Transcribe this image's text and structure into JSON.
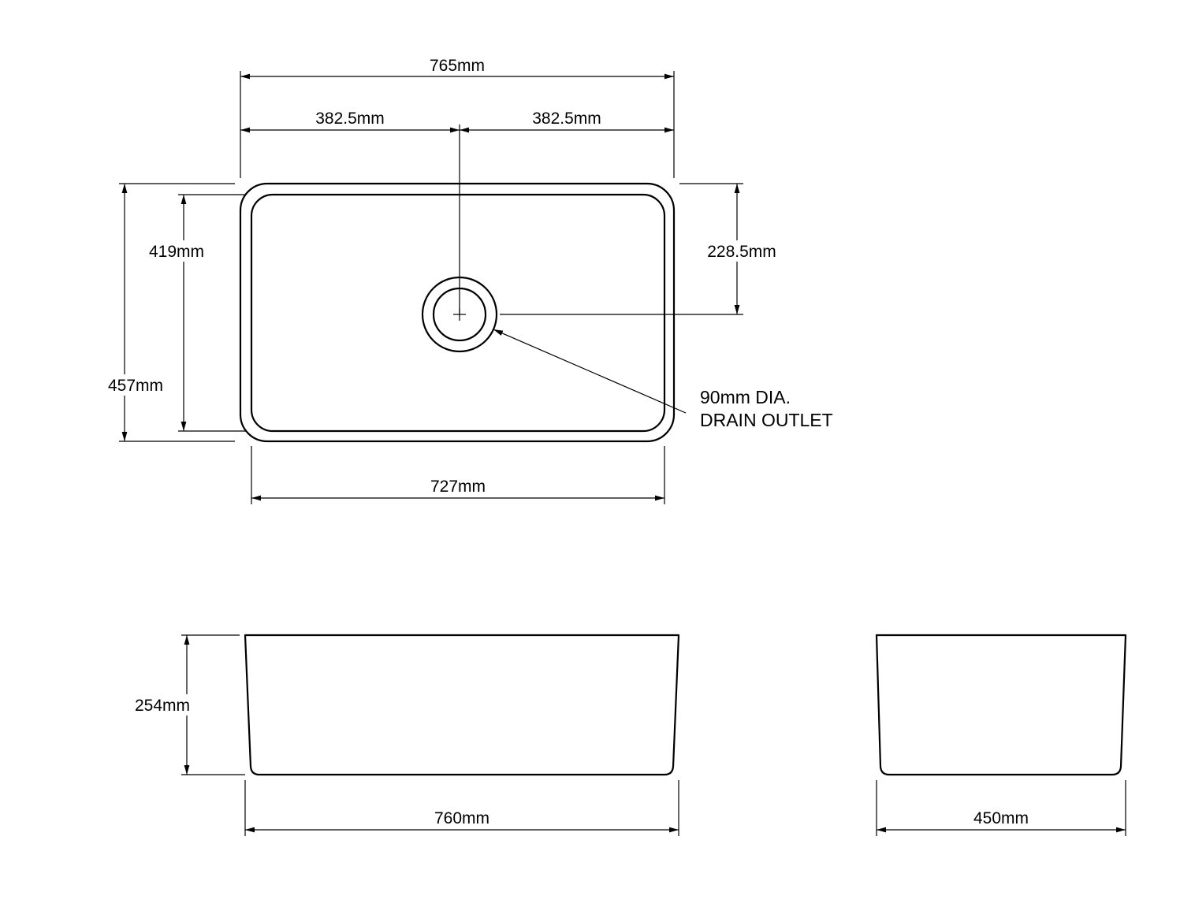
{
  "page": {
    "background_color": "#ffffff",
    "line_color": "#000000"
  },
  "top_view": {
    "dim_overall_width": "765mm",
    "dim_half_left": "382.5mm",
    "dim_half_right": "382.5mm",
    "dim_inner_height": "419mm",
    "dim_overall_height": "457mm",
    "dim_drain_from_top": "228.5mm",
    "dim_inner_width": "727mm",
    "drain_note_line1": "90mm  DIA.",
    "drain_note_line2": "DRAIN OUTLET"
  },
  "front_view": {
    "dim_height": "254mm",
    "dim_width": "760mm"
  },
  "side_view": {
    "dim_width": "450mm"
  }
}
